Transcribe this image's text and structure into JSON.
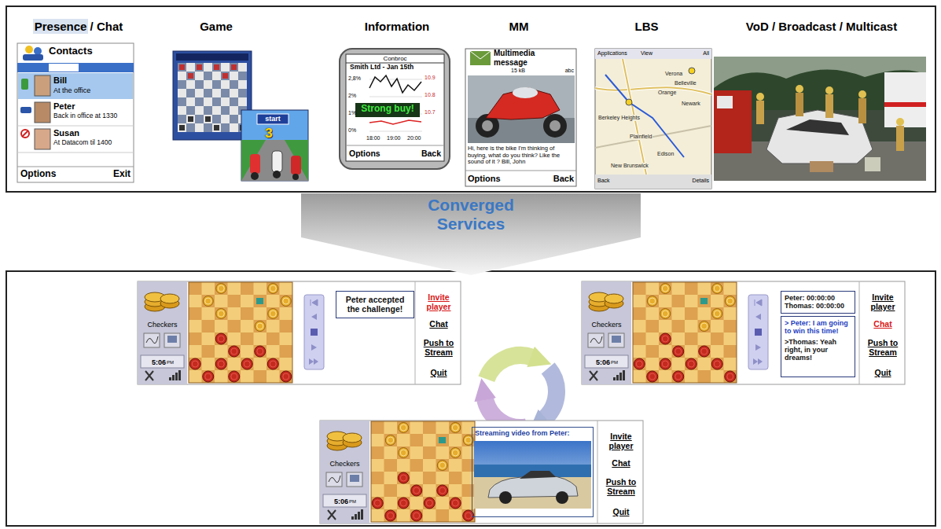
{
  "diagram": {
    "nodes": [
      {
        "text": [
          "Presence / Chat"
        ]
      },
      {
        "text": [
          "Game"
        ]
      },
      {
        "text": [
          "Information"
        ]
      },
      {
        "text": [
          "MM"
        ]
      },
      {
        "text": [
          "LBS"
        ]
      },
      {
        "text": [
          "VoD / Broadcast / Multicast"
        ]
      },
      {
        "text": [
          "Converged Services"
        ]
      },
      {
        "text": [
          "Checkers",
          "5:06",
          "PM",
          "Invite player",
          "Chat",
          "Push to Stream",
          "Quit"
        ]
      },
      {
        "text": [
          "Peter accepted the challenge!"
        ],
        "in": 7
      },
      {
        "text": [
          "Checkers",
          "5:06",
          "PM",
          "Invite player",
          "Chat",
          "Push to Stream",
          "Quit"
        ]
      },
      {
        "text": [
          "Peter: 00:00:00",
          "Thomas: 00:00:00"
        ],
        "in": 9
      },
      {
        "text": [
          "> Peter: I am going to win this time!",
          ">Thomas: Yeah right, in your dreams!"
        ],
        "in": 9
      },
      {
        "text": [
          "Checkers",
          "5:06",
          "PM",
          "Invite player",
          "Chat",
          "Push to Stream",
          "Quit"
        ]
      },
      {
        "text": [
          "Streaming video from Peter:"
        ],
        "in": 12
      }
    ],
    "labels": [
      "Contacts",
      "Bill",
      "At the office",
      "Peter",
      "Back in office at 1330",
      "Susan",
      "At Datacom til 1400",
      "Options",
      "Exit",
      "start",
      "3",
      "Conbroc",
      "Smith Ltd - Jan 15th",
      "2,8%",
      "2%",
      "1%",
      "0%",
      "Strong buy!",
      "10.9",
      "10.8",
      "10.7",
      "18:00",
      "19:00",
      "20:00",
      "Options",
      "Back",
      "Multimedia message",
      "15 kB",
      "abc",
      "Hi, here is the bike I'm thinking of buying, what do you think? Like the sound of it ? Bill, John",
      "Options",
      "Back",
      "Applications",
      "View",
      "All",
      "Verona",
      "Belleville",
      "Orange",
      "Newark",
      "Berkeley Heights",
      "Plainfield",
      "Edison",
      "New Brunswick",
      "Back",
      "Details"
    ]
  }
}
